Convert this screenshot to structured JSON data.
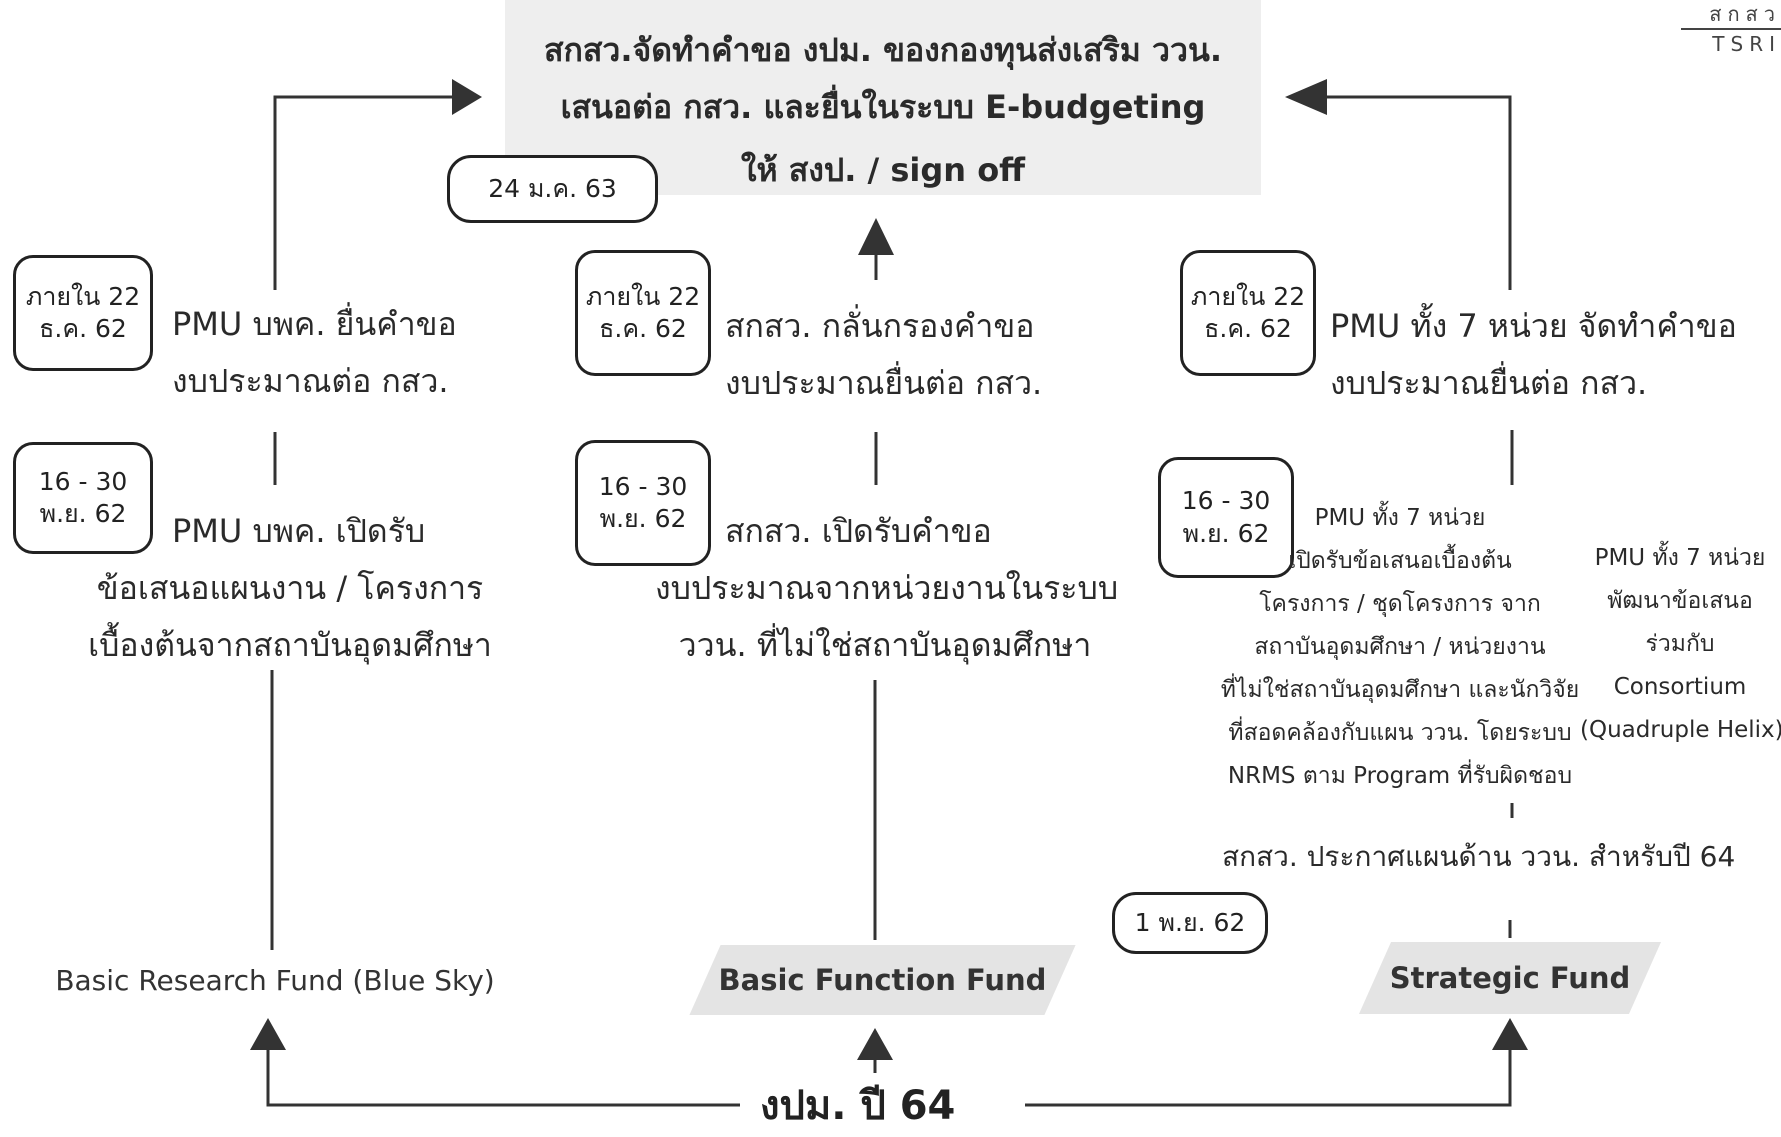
{
  "logo": {
    "top": "สกสว",
    "bottom": "TSRI"
  },
  "top_box": {
    "lines": [
      "สกสว.จัดทำคำขอ งปม. ของกองทุนส่งเสริม ววน.",
      "เสนอต่อ กสว. และยื่นในระบบ E-budgeting",
      "ให้ สงป. / sign off"
    ],
    "date": "24 ม.ค. 63"
  },
  "left": {
    "deadline": {
      "line1": "ภายใน 22",
      "line2": "ธ.ค. 62"
    },
    "step_upper": [
      "PMU บพค. ยื่นคำขอ",
      "งบประมาณต่อ กสว."
    ],
    "window": {
      "line1": "16 - 30",
      "line2": "พ.ย. 62"
    },
    "step_lower": [
      "PMU บพค. เปิดรับ",
      "ข้อเสนอแผนงาน / โครงการ",
      "เบื้องต้นจากสถาบันอุดมศึกษา"
    ],
    "fund": "Basic Research Fund (Blue Sky)"
  },
  "middle": {
    "deadline": {
      "line1": "ภายใน 22",
      "line2": "ธ.ค. 62"
    },
    "step_upper": [
      "สกสว. กลั่นกรองคำขอ",
      "งบประมาณยื่นต่อ กสว."
    ],
    "window": {
      "line1": "16 - 30",
      "line2": "พ.ย. 62"
    },
    "step_lower": [
      "สกสว. เปิดรับคำขอ",
      "งบประมาณจากหน่วยงานในระบบ",
      "ววน. ที่ไม่ใช่สถาบันอุดมศึกษา"
    ],
    "fund": "Basic Function Fund"
  },
  "right": {
    "deadline": {
      "line1": "ภายใน 22",
      "line2": "ธ.ค. 62"
    },
    "step_upper": [
      "PMU ทั้ง 7 หน่วย จัดทำคำขอ",
      "งบประมาณยื่นต่อ กสว."
    ],
    "window": {
      "line1": "16 - 30",
      "line2": "พ.ย. 62"
    },
    "step_lower": [
      "PMU ทั้ง 7 หน่วย",
      "เปิดรับข้อเสนอเบื้องต้น",
      "โครงการ / ชุดโครงการ จาก",
      "สถาบันอุดมศึกษา / หน่วยงาน",
      "ที่ไม่ใช่สถาบันอุดมศึกษา และนักวิจัย",
      "ที่สอดคล้องกับแผน ววน. โดยระบบ",
      "NRMS ตาม Program ที่รับผิดชอบ"
    ],
    "side_note": [
      "PMU ทั้ง 7 หน่วย",
      "พัฒนาข้อเสนอ",
      "ร่วมกับ",
      "Consortium",
      "(Quadruple Helix)"
    ],
    "announce": "สกสว. ประกาศแผนด้าน ววน. สำหรับปี 64",
    "announce_date": "1 พ.ย. 62",
    "fund": "Strategic Fund"
  },
  "bottom": {
    "label": "งปม. ปี 64"
  }
}
